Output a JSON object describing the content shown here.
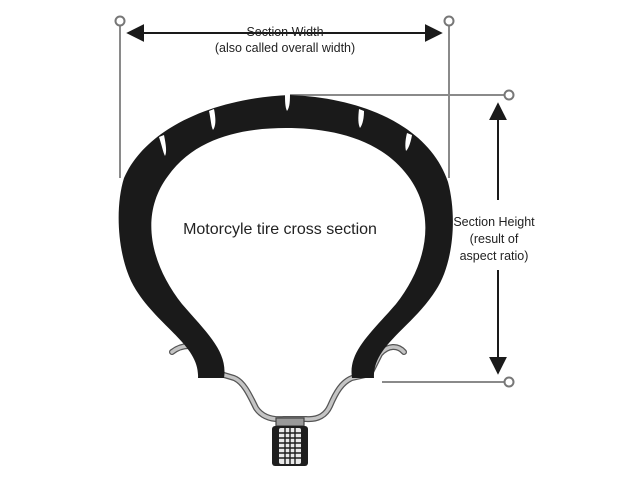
{
  "labels": {
    "section_width_title": "Section Width",
    "section_width_note": "(also called overall width)",
    "diagram_title": "Motorcyle tire cross section",
    "section_height_title": "Section Height",
    "section_height_note_1": "(result of",
    "section_height_note_2": "aspect ratio)"
  },
  "colors": {
    "tire": "#1a1a1a",
    "rim": "#b4b4b4",
    "rim_outline": "#555555",
    "measure_line": "#8a8a8a",
    "arrow": "#1a1a1a",
    "background": "#ffffff"
  }
}
